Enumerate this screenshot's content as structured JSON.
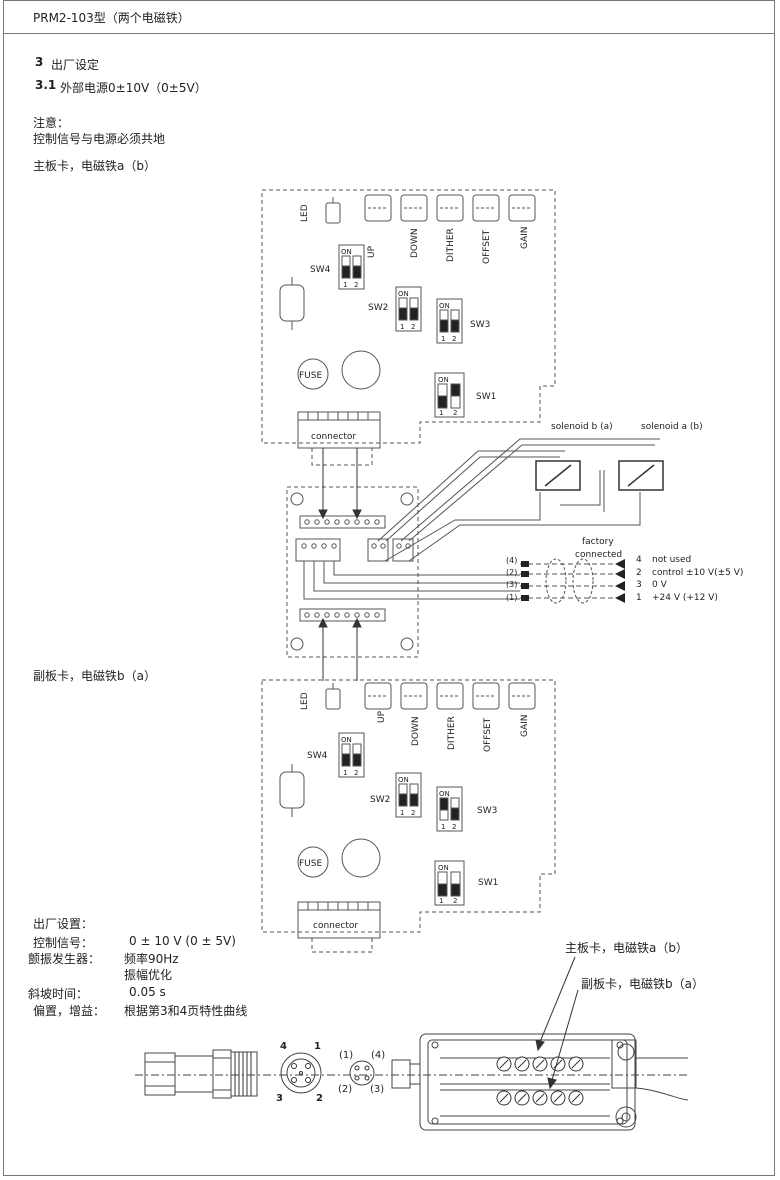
{
  "header": {
    "title": "PRM2-103型（两个电磁铁）"
  },
  "section": {
    "num": "3",
    "title": "出厂设定"
  },
  "subsection": {
    "num": "3.1",
    "title": "外部电源0±10V（0±5V）"
  },
  "note": {
    "title": "注意：",
    "text": "控制信号与电源必须共地"
  },
  "main_card": {
    "label": "主板卡，电磁铁a（b）",
    "led": "LED",
    "buttons": [
      "UP",
      "DOWN",
      "DITHER",
      "OFFSET",
      "GAIN"
    ],
    "switches": {
      "sw4": "SW4",
      "sw2": "SW2",
      "sw3": "SW3",
      "sw1": "SW1"
    },
    "on": "ON",
    "pos1": "1",
    "pos2": "2",
    "fuse": "FUSE",
    "connector": "connector"
  },
  "sub_card": {
    "label": "副板卡，电磁铁b（a）",
    "led": "LED",
    "buttons": [
      "UP",
      "DOWN",
      "DITHER",
      "OFFSET",
      "GAIN"
    ],
    "switches": {
      "sw4": "SW4",
      "sw2": "SW2",
      "sw3": "SW3",
      "sw1": "SW1"
    },
    "on": "ON",
    "pos1": "1",
    "pos2": "2",
    "fuse": "FUSE",
    "connector": "connector"
  },
  "solenoids": {
    "b": "solenoid b (a)",
    "a": "solenoid a (b)"
  },
  "factory": {
    "line1": "factory",
    "line2": "connected"
  },
  "pins": [
    {
      "tag": "(4)",
      "num": "4",
      "desc": "not used"
    },
    {
      "tag": "(2)",
      "num": "2",
      "desc": "control ±10 V(±5 V)"
    },
    {
      "tag": "(3)",
      "num": "3",
      "desc": "0 V"
    },
    {
      "tag": "(1)",
      "num": "1",
      "desc": "+24 V (+12 V)"
    }
  ],
  "factory_settings": {
    "title": "出厂设置：",
    "rows": [
      {
        "label": "控制信号：",
        "value": "0 ± 10 V (0 ± 5V)"
      },
      {
        "label": "颤振发生器：",
        "value": "频率90Hz"
      },
      {
        "label": "",
        "value": "振幅优化"
      },
      {
        "label": "斜坡时间：",
        "value": "0.05 s"
      },
      {
        "label": "偏置，增益：",
        "value": "根据第3和4页特性曲线"
      }
    ]
  },
  "plug": {
    "p4": "4",
    "p1": "1",
    "p3": "3",
    "p2": "2",
    "s1": "(1)",
    "s4": "(4)",
    "s2": "(2)",
    "s3": "(3)"
  },
  "housing": {
    "main_label": "主板卡，电磁铁a（b）",
    "sub_label": "副板卡，电磁铁b（a）"
  }
}
